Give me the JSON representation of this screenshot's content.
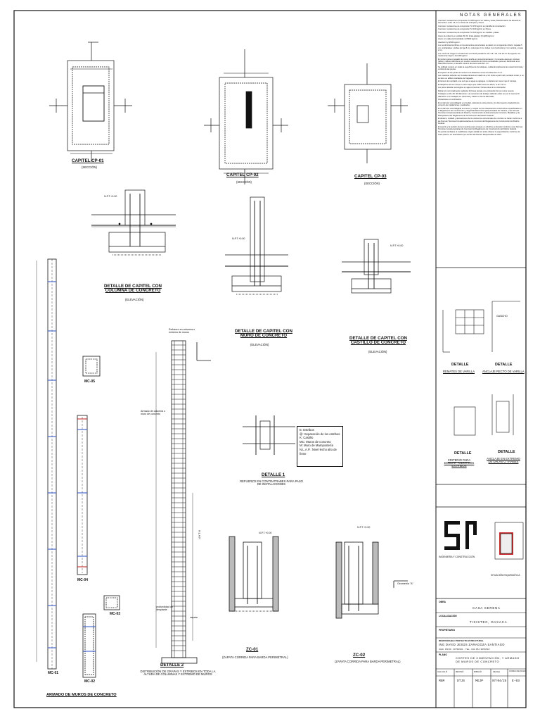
{
  "notes": {
    "heading": "NOTAS GENERALES",
    "items": [
      "Concreto: resistencia a compresión f'c=250 kg/cm² en trabes y losas; Recubrimiento de acuerdo al elemento a colar. 15 cm en losas de entrepiso y firmes.",
      "Concreto: resistencia a la compresión f'c=150 kg/cm² en plantilla de cimentación.",
      "Concreto: resistencia a la compresión f'c=100 kg/cm² en firmes.",
      "Concreto: resistencia a la compresión f'c=100 kg/cm² en castillos y dalas.",
      "Acero de refuerzo en varillas #3, #4; límite elástico fy=4200 kg/cm².",
      "Acero en malla electrosoldada: fy=5000 kg/cm².",
      "Alambrón fy=2530 kg/cm².",
      "Los recubrimientos libres en los elementos estructurales se darán con el siguiente criterio: zapatas 5 cm, contratrabes y trabes de liga 5 cm, columnas 3 cm, trabes 2 cm horizontal y 3 cm vertical, y losas 2 cm.",
      "Los muros de carga en construcción con block pesado de 15 x 15 x 20 o de 15 cm de espesor con resistencia mayor a f'p=100 kg/cm².",
      "El mortero para el pegado de muros tendrá un proporcionamiento 1:3 cemento-arena en volumen (tabla) y deberá fabricarse por medios mecánicos en forma centralizada, para ser distribuido a los diferentes frentes; el tamaño máximo de arena será de 1 cm.",
      "Se utilizará mortero en todas la superficies de los tabiques, cuidando totalmente las caras horizontal y vertical de las piezas.",
      "El espesor de las juntas de mortero a la distancia nunca excederá de 1.5 cm.",
      "Las muestras deberán ser tomadas durante el colado de a 3.0 horas a partir del mezclado inicial, si no se tiene un aditivo retardante de fraguado.",
      "El tiempo de mezclado, una vez que el agua se agregue, no deberá ser menor que 3 minutos.",
      "El desplome de los muros no será mayor que 0.004 veces su altura, ni de 1.5 cm.",
      "Los pisos deberán sumergirse en agua al menos 2 horas antes de su colocación.",
      "Retirar el muro totalmente mediante 24 horas previas a la colocación de los muros nuevos.",
      "Traslapes en #3, #4: 40 diámetros. Las secciones de traslape deberán evitar ser por lo menos 40 diámetros. Los traslapes en columnas y trabes en forma alternada.",
      "Acotaciones en centímetros.",
      "El constructor está obligado a consultar, además de estos planos, los del proyecto arquitectónico, proyecto de instalaciones y acabados.",
      "El constructor está obligado a conocer y cumplir con los lineamientos constructivos especificados en el Reglamento de Construcción y Seguridad Estructural para el Estado de Oaxaca, y las Normas Técnicas Complementarias de Diseño y Construcción de Estructuras de Concreto, Metálicas y de Mampostería del Reglamento de Construcción del Distrito Federal.",
      "El alcance, cuidado y desviaciones de los elementos estructurales de concreto se harán conforme a las Normas Técnicas Complementarias de Concreto del Reglamento de Construcción del Distrito Federal.",
      "El soporte y la revisión de las muestras para ensayes en cilindros se llevarán conforme a las Normas Técnicas Complementarias de Concreto del Reglamento de Construcción del Distrito Federal.",
      "No podrá cambiarse ni modificarse ningún detalle sin antes obtener la especificación conforme de estos planos, sin autorización por escrito del Director Responsable de Obra."
    ]
  },
  "drawings": {
    "cp01_title": "CAPITEL CP-01",
    "cp01_sub": "(SECCIÓN)",
    "cp02_title": "CAPITEL CP-02",
    "cp02_sub": "(SECCIÓN)",
    "cp03_title": "CAPITEL CP-03",
    "cp03_sub": "(SECCIÓN)",
    "col_detail_title": "DETALLE DE CAPITEL CON COLUMNA DE CONCRETO",
    "col_detail_sub": "(ELEVACIÓN)",
    "muro_detail_title": "DETALLE DE CAPITEL CON MURO DE CONCRETO",
    "muro_detail_sub": "(ELEVACIÓN)",
    "castillo_detail_title": "DETALLE DE CAPITEL CON CASTILLO DE CONCRETO",
    "castillo_detail_sub": "(ELEVACIÓN)",
    "mc05": "MC-05",
    "mc04": "MC-04",
    "mc03": "MC-03",
    "mc02": "MC-02",
    "mc01": "MC-01",
    "armado_title": "ARMADO DE MUROS DE CONCRETO",
    "detalle1_title": "DETALLE 1",
    "detalle1_sub": "REFUERZO EN CONTRATRABES PARA PASO DE INSTALACIONES",
    "detalle2_title": "DETALLE 2",
    "detalle2_sub": "DISTRIBUCIÓN DE GRAPAS Y ESTRIBOS EN TODA LA ALTURA DE COLUMNAS Y EXTREMO DE MUROS",
    "zc01_title": "ZC-01",
    "zc01_sub": "(ZAPATA CORRIDA PARA BARDA PERIMETRAL)",
    "zc02_title": "ZC-02",
    "zc02_sub": "(ZAPATA CORRIDA PARA BARDA PERIMETRAL)",
    "npt": "N.P.T.+0.00",
    "nlap": "N.L.A.P.",
    "cimiento_label": "Geometría \"A\"",
    "armado_col_label": "Armado de columna o muro de concreto",
    "refuerzo_label": "Refuerzo en columna o extremo de muros",
    "prof_label": "profundidad de desplante",
    "zapata_label": "zapata"
  },
  "legend": {
    "lines": [
      "E: Estribos",
      "@: Separación de los estribos",
      "K: Castillo",
      "MC: Muros de concreto",
      "M: Muro de Mampostería",
      "N.L.A.P.: Nivel lecho alto de firme"
    ]
  },
  "side_details": {
    "d1_title": "DETALLE",
    "d1_sub": "REMATES DE VARILLA",
    "d2_title": "DETALLE",
    "d2_sub": "ANCLAJE RECTO DE VARILLA",
    "d3_title": "DETALLE",
    "d3_sub": "CRITERIO PARA DOBLAR TODOS LOS ESTRIBOS",
    "d4_title": "DETALLE",
    "d4_sub": "ANCLAJE EN EXTREMO DE DALAS O TRABES",
    "gancho_label": "GANCHO"
  },
  "logo": {
    "caption": "INGENIERÍA Y CONSTRUCCIÓN",
    "thumb_caption": "SITUACIÓN ESQUEMÁTICA"
  },
  "title_block": {
    "obra_label": "OBRA",
    "obra_val": "CASA SERENA",
    "loc_label": "LOCALIZACIÓN",
    "loc_val": "TIXISTEC, OAXACA",
    "prop_label": "PROPIETARIO",
    "prop_val": "",
    "resp_label": "RESPONSABLE PROYECTO ESTRUCTURAL",
    "resp_val": "ING DAVID JESÚS ZARAGOZA SANTIAGO",
    "resp_sub": "CED. PROF. 10759691 · TEL. 044 951 3655518",
    "plano_label": "PLANO",
    "plano_val": "CORTES DE CIMENTACIÓN, Y ARMADO DE MUROS DE CONCRETO",
    "cols": [
      "CALCULÓ",
      "REVISÓ",
      "DIBUJÓ",
      "FECHA",
      "CÓDIGO DE PLANO"
    ],
    "vals": [
      "MGM",
      "DTJS",
      "MGJP",
      "07/04/25",
      "E-03"
    ]
  }
}
